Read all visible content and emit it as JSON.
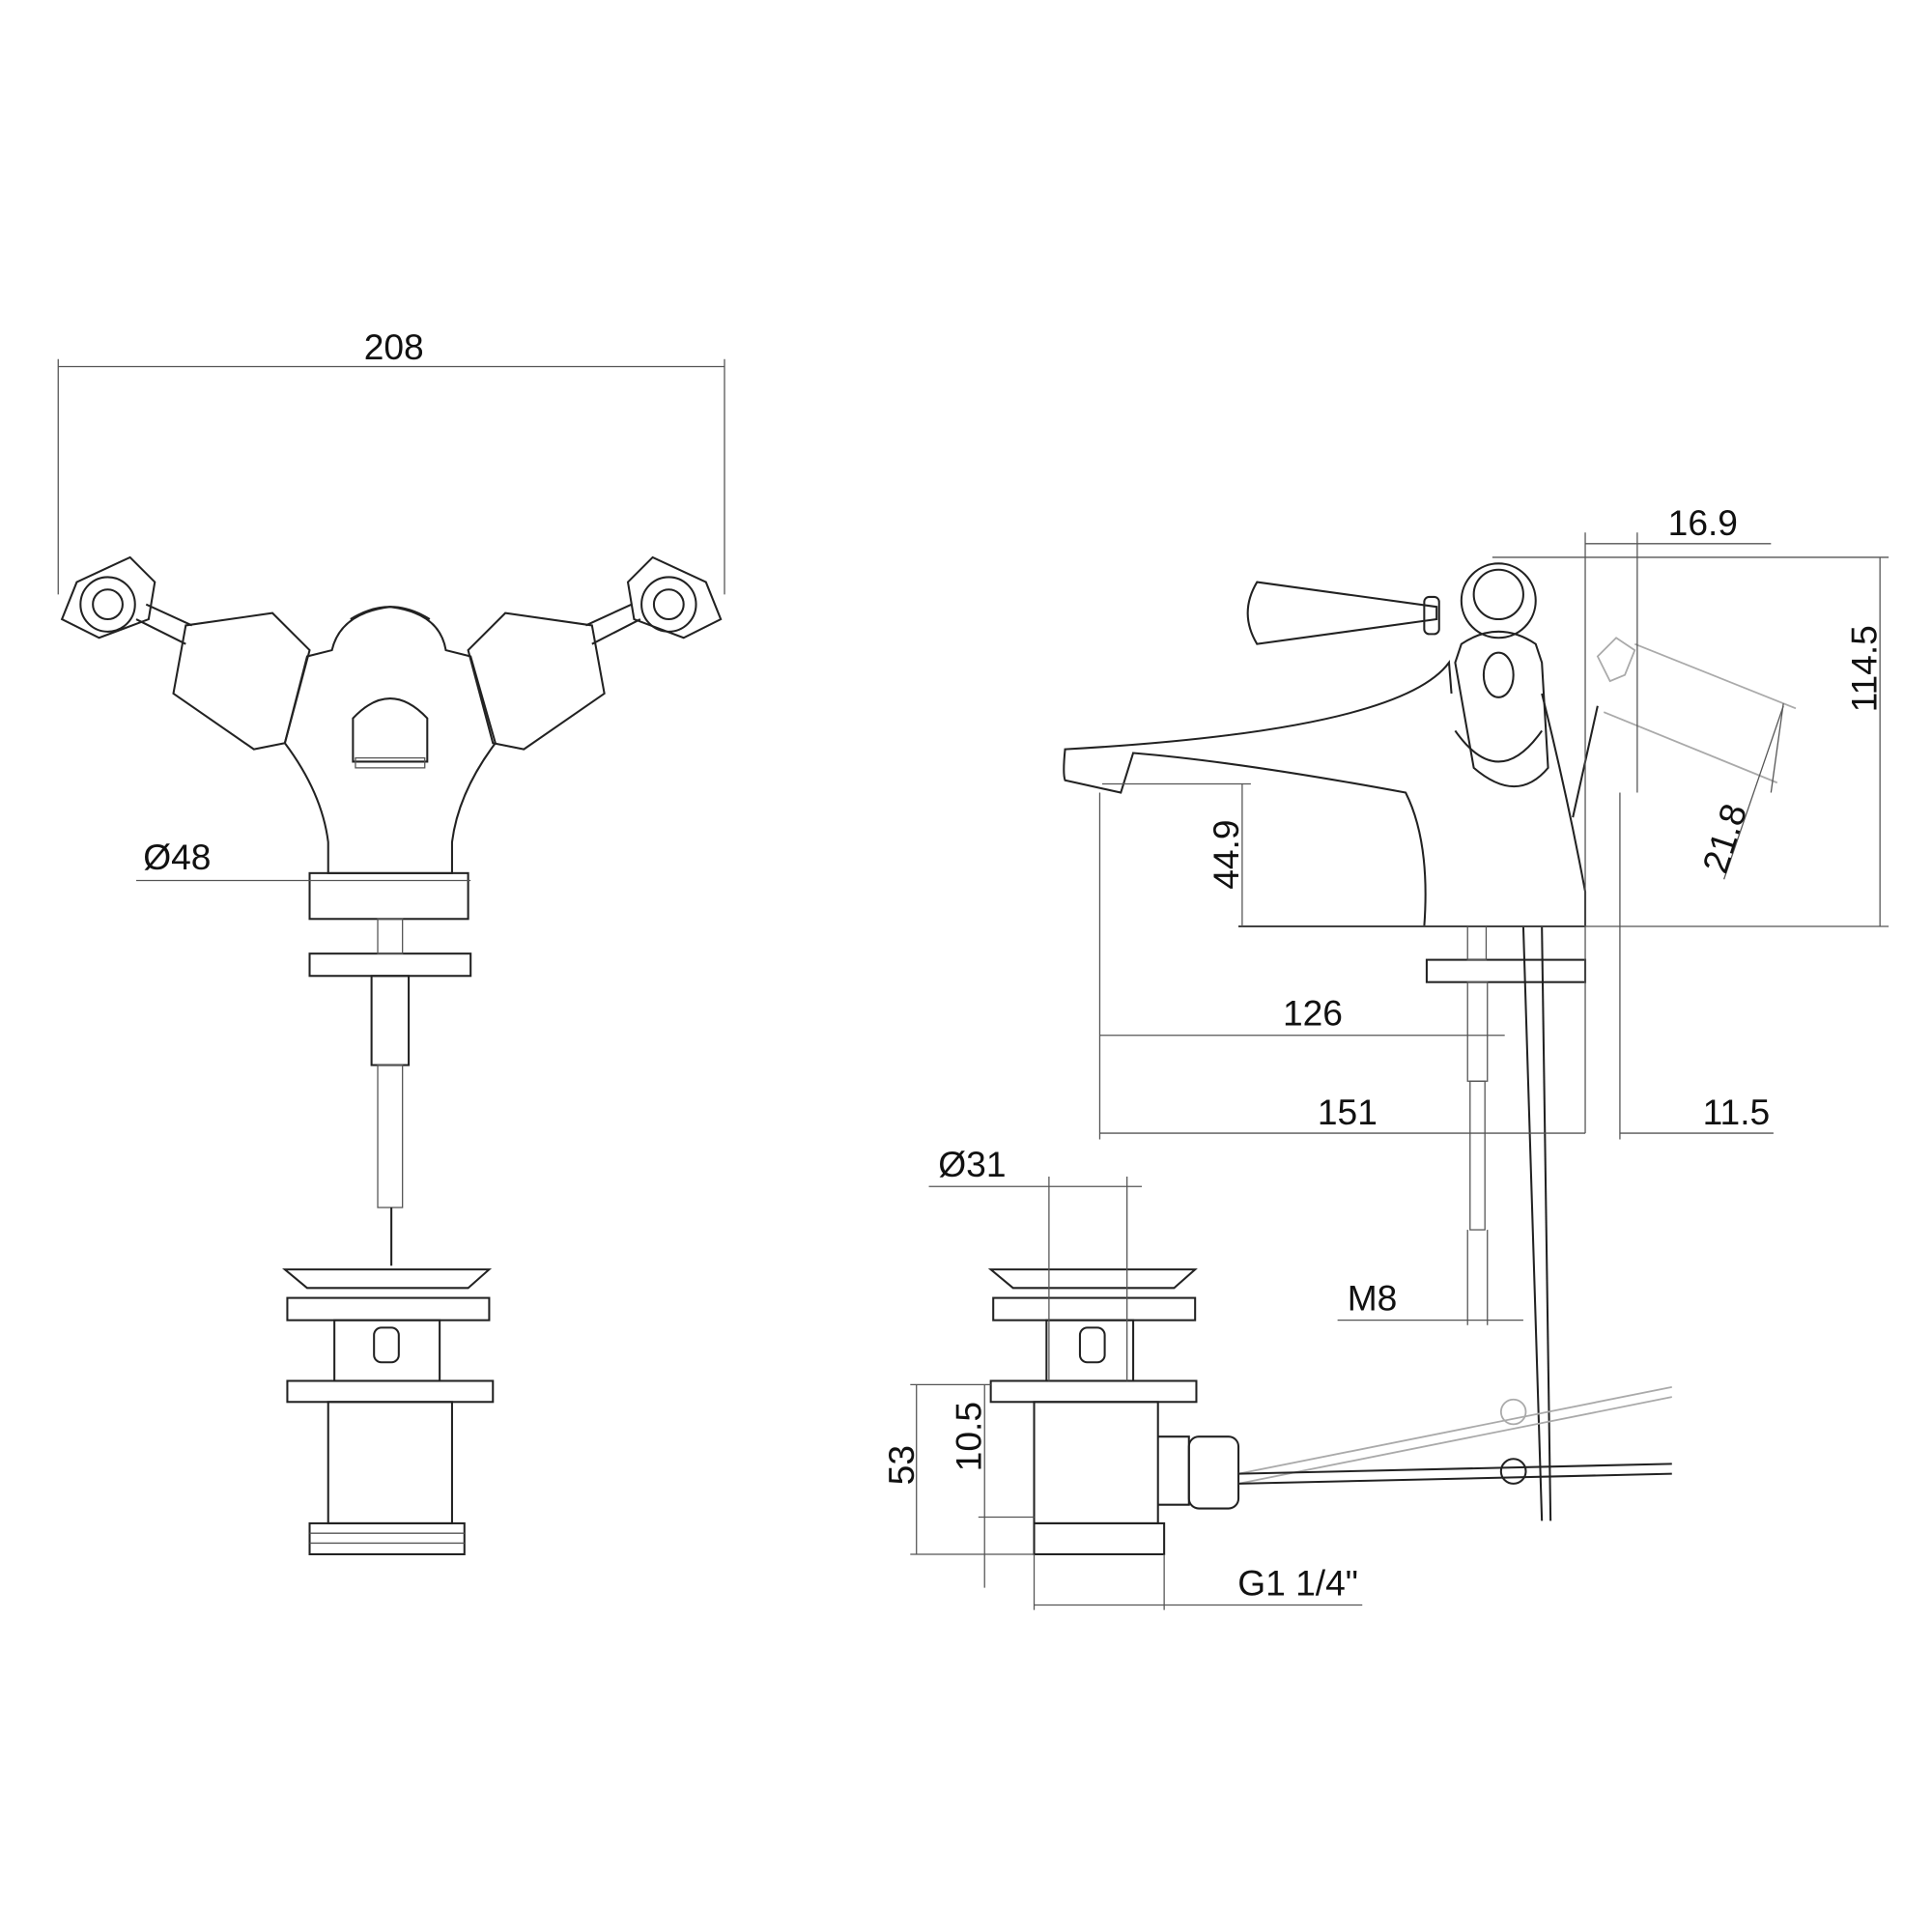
{
  "front_view": {
    "width_dim": "208",
    "base_diameter_dim": "Ø48"
  },
  "side_view": {
    "handle_offset_dim": "16.9",
    "total_height_dim": "114.5",
    "lever_dim": "21.8",
    "spout_height_dim": "44.9",
    "spout_reach_dim": "126",
    "overall_depth_dim": "151",
    "rear_offset_dim": "11.5",
    "rod_thread_dim": "M8"
  },
  "waste_view": {
    "waste_diameter_dim": "Ø31",
    "waste_height_dim": "53",
    "connector_height_dim": "10.5",
    "thread_dim": "G1 1/4\""
  }
}
